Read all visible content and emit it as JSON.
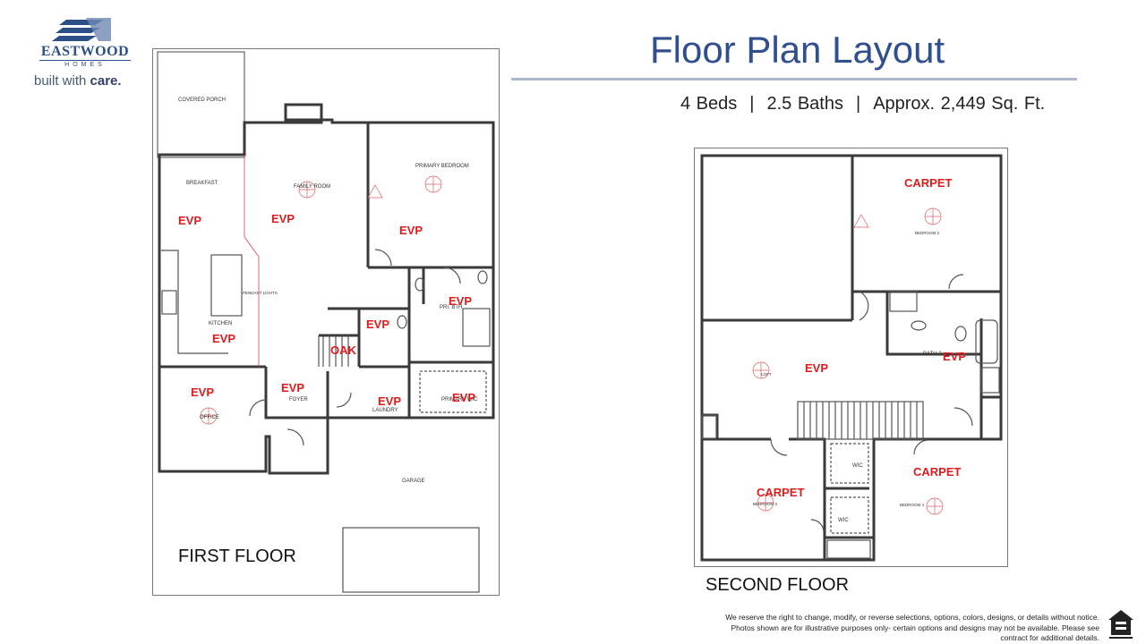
{
  "brand": {
    "name": "EASTWOOD",
    "sub": "HOMES",
    "tagline_prefix": "built with ",
    "tagline_emphasis": "care."
  },
  "header": {
    "title": "Floor Plan Layout",
    "beds": "4 Beds",
    "baths": "2.5  Baths",
    "area": "Approx. 2,449 Sq. Ft.",
    "separator": "|"
  },
  "first_floor": {
    "label": "FIRST FLOOR",
    "rooms": {
      "covered_porch": "COVERED PORCH",
      "breakfast": "BREAKFAST",
      "family_room": "FAMILY ROOM",
      "primary_bedroom": "PRIMARY BEDROOM",
      "kitchen": "KITCHEN",
      "pendant_lights": "PENDANT LIGHTS",
      "primary_bath": "PRI. BTH",
      "office": "OFFICE",
      "foyer": "FOYER",
      "laundry": "LAUNDRY",
      "primary_wic": "PRIMARY WIC",
      "garage": "GARAGE"
    },
    "materials": {
      "breakfast": "EVP",
      "family": "EVP",
      "primary": "EVP",
      "bath": "EVP",
      "powder": "EVP",
      "kitchen": "EVP",
      "stair": "OAK",
      "office": "EVP",
      "foyer": "EVP",
      "laundry": "EVP",
      "wic": "EVP"
    }
  },
  "second_floor": {
    "label": "SECOND FLOOR",
    "rooms": {
      "bedroom2": "BEDROOM 2",
      "loft": "LOFT",
      "bath2": "BATH 2",
      "wic1": "WIC",
      "wic2": "WIC",
      "bedroom3": "BEDROOM 3",
      "bedroom4": "BEDROOM 4"
    },
    "materials": {
      "bedroom2": "CARPET",
      "loft": "EVP",
      "bath2": "EVP",
      "bedroom3": "CARPET",
      "bedroom4": "CARPET"
    }
  },
  "disclaimer": {
    "line1": "We reserve the right to change, modify, or reverse selections, options, colors, designs, or details without notice.",
    "line2": "Photos shown are for illustrative purposes only- certain options and designs may not be available. Please see",
    "line3": "contract for additional details."
  },
  "colors": {
    "brand_blue": "#2f4f8f",
    "material_red": "#e01b1b",
    "wall": "#3a3a3a"
  },
  "icons": {
    "logo": "eastwood-logo-icon",
    "equal_housing": "equal-housing-opportunity-icon"
  }
}
